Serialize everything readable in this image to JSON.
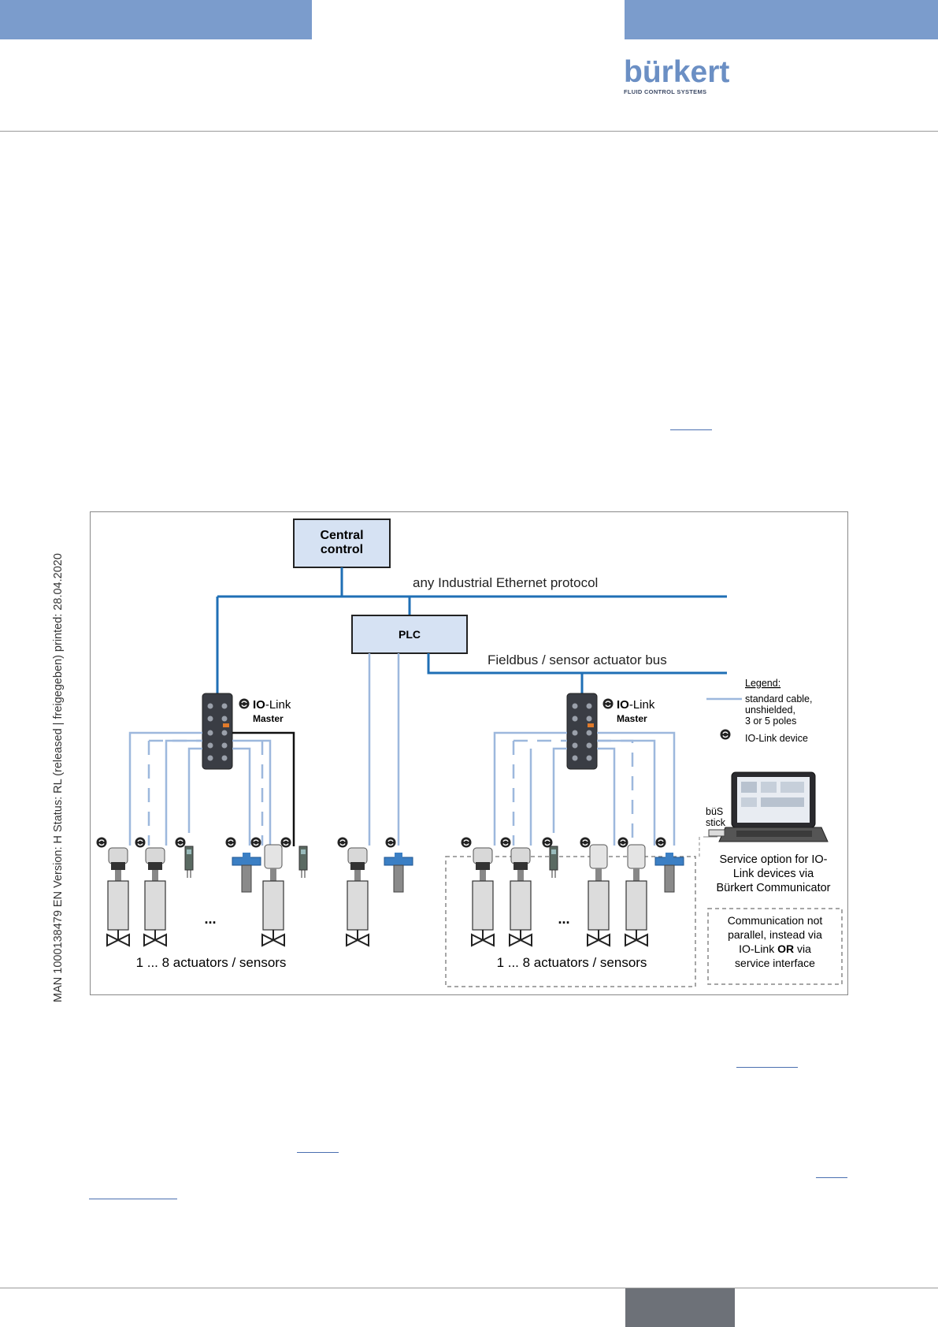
{
  "header": {
    "logo_text": "bürkert",
    "logo_tagline": "FLUID CONTROL SYSTEMS",
    "bar_color": "#7b9ccc"
  },
  "side_text": "MAN 1000138479  EN  Version: H Status: RL (released | freigegeben)  printed: 28.04.2020",
  "figure": {
    "central_control": [
      "Central",
      "control"
    ],
    "ethernet_label": "any Industrial Ethernet protocol",
    "plc_label": "PLC",
    "fieldbus_label": "Fieldbus / sensor actuator bus",
    "master_left": {
      "io": "IO",
      "link": "-Link",
      "master": "Master"
    },
    "master_right": {
      "io": "IO",
      "link": "-Link",
      "master": "Master"
    },
    "legend": {
      "title": "Legend:",
      "cable": [
        "standard cable,",
        "unshielded,",
        "3 or 5 poles"
      ],
      "device": "IO-Link device"
    },
    "busstick": [
      "büS",
      "stick"
    ],
    "service": [
      "Service option for IO-",
      "Link devices via",
      "Bürkert Communicator"
    ],
    "communication": [
      "Communication not",
      "parallel, instead via",
      "IO-Link OR via",
      "service interface"
    ],
    "communication_bold": "OR",
    "ellipsis": "...",
    "group_left_label": "1 ... 8 actuators / sensors",
    "group_right_label": "1 ... 8 actuators / sensors",
    "colors": {
      "bus_blue": "#1f6fb5",
      "cable_light": "#9db8dd",
      "box_fill": "#d6e2f3"
    }
  }
}
